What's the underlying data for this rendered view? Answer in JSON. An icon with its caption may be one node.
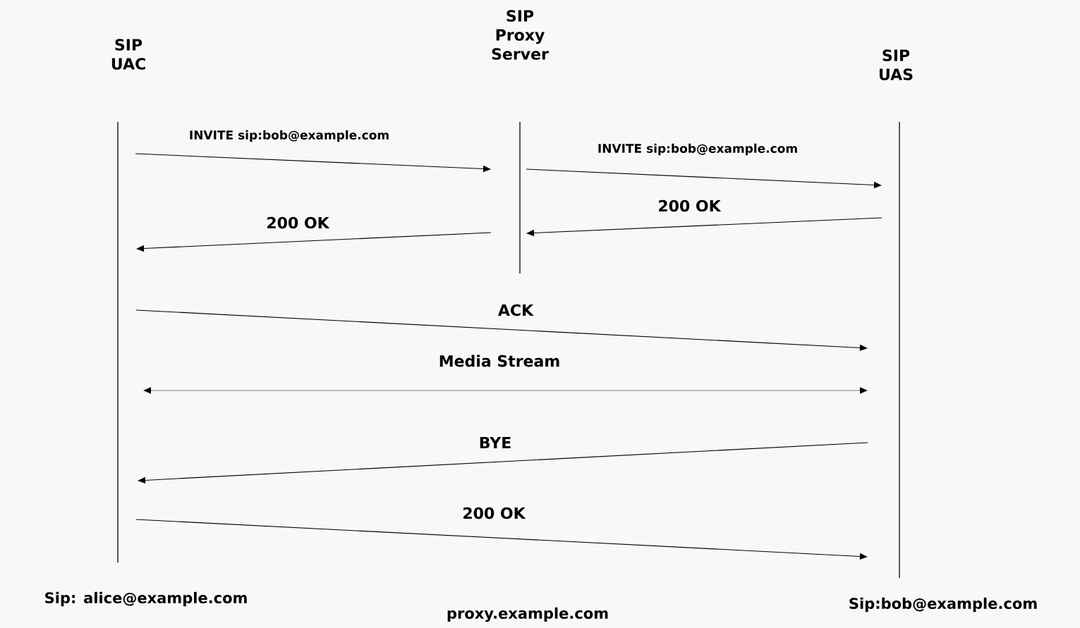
{
  "diagram": {
    "nodes": [
      {
        "text": [
          "SIP UAC"
        ]
      },
      {
        "text": [
          "SIP Proxy Server"
        ]
      },
      {
        "text": [
          "SIP UAS"
        ]
      }
    ],
    "edges": [
      {
        "from": 0,
        "to": 1,
        "arrow": "to",
        "label": "INVITE sip:bob@example.com"
      },
      {
        "from": 1,
        "to": 2,
        "arrow": "to",
        "label": "INVITE sip:bob@example.com"
      },
      {
        "from": 2,
        "to": 1,
        "arrow": "to",
        "label": "200 OK"
      },
      {
        "from": 1,
        "to": 0,
        "arrow": "to",
        "label": "200 OK"
      },
      {
        "from": 0,
        "to": 2,
        "arrow": "to",
        "label": "ACK"
      },
      {
        "from": 0,
        "to": 2,
        "arrow": "both",
        "label": "Media Stream",
        "style": "dashed"
      },
      {
        "from": 2,
        "to": 0,
        "arrow": "to",
        "label": "BYE"
      },
      {
        "from": 0,
        "to": 2,
        "arrow": "to",
        "label": "200 OK"
      }
    ],
    "labels": [
      "Sip: alice@example.com",
      "proxy.example.com",
      "Sip:bob@example.com"
    ]
  }
}
